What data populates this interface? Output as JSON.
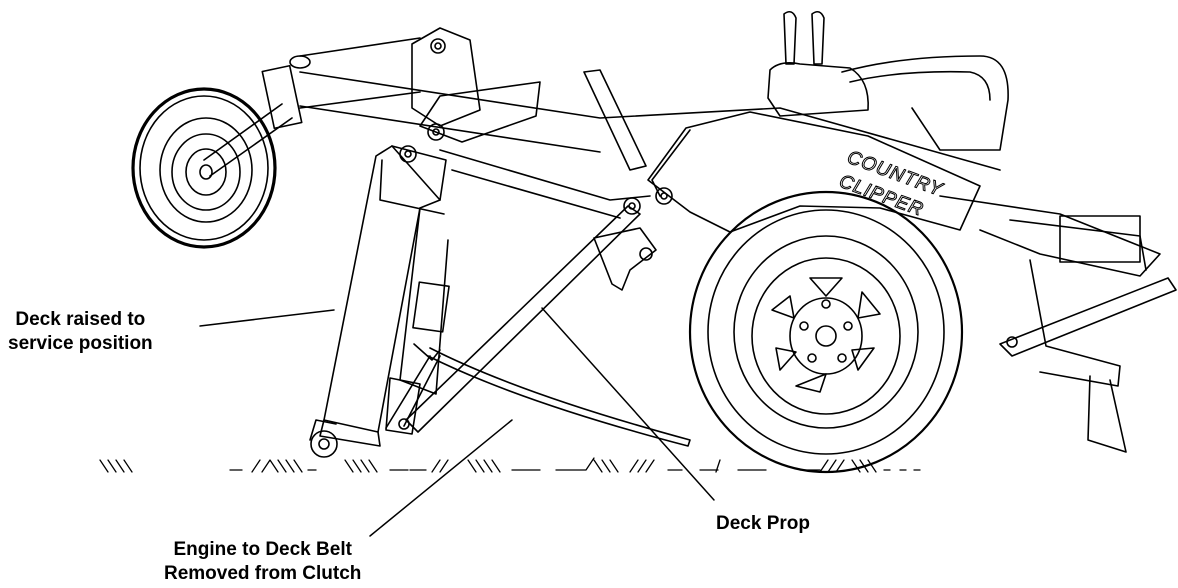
{
  "callouts": {
    "deck_raised": [
      "Deck raised to",
      "service position"
    ],
    "deck_prop": "Deck Prop",
    "belt": [
      "Engine to Deck Belt",
      "Removed from Clutch"
    ]
  },
  "logo": {
    "line1": "COUNTRY",
    "line2": "CLIPPER"
  },
  "colors": {
    "ink": "#000000",
    "background": "#ffffff"
  }
}
